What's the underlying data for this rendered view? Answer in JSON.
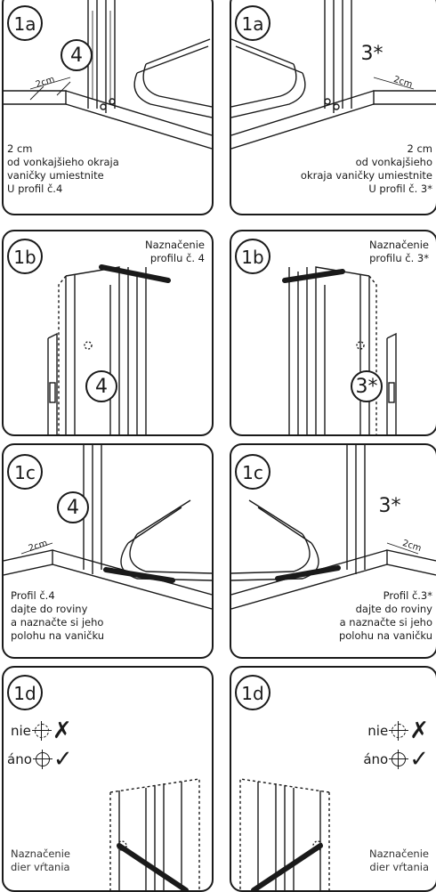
{
  "panels": {
    "p1a_left": {
      "step": "1a",
      "num": "4",
      "dim": "2cm",
      "caption": [
        "2 cm",
        "od vonkajšieho okraja",
        "vaničky umiestnite",
        "U profil č.4"
      ]
    },
    "p1a_right": {
      "step": "1a",
      "num": "3*",
      "dim": "2cm",
      "caption": [
        "2 cm",
        "od vonkajšieho",
        "okraja vaničky umiestnite",
        "U profil č. 3*"
      ]
    },
    "p1b_left": {
      "step": "1b",
      "num": "4",
      "caption": [
        "Naznačenie",
        "profilu č. 4"
      ]
    },
    "p1b_right": {
      "step": "1b",
      "num": "3*",
      "caption": [
        "Naznačenie",
        "profilu č. 3*"
      ]
    },
    "p1c_left": {
      "step": "1c",
      "num": "4",
      "dim": "2cm",
      "caption": [
        "Profil č.4",
        "dajte do roviny",
        "a naznačte si jeho",
        "polohu na vaničku"
      ]
    },
    "p1c_right": {
      "step": "1c",
      "num": "3*",
      "dim": "2cm",
      "caption": [
        "Profil č.3*",
        "dajte do roviny",
        "a naznačte si jeho",
        "polohu na vaničku"
      ]
    },
    "p1d_left": {
      "step": "1d",
      "no_label": "nie",
      "no_mark": "✗",
      "yes_label": "áno",
      "yes_mark": "✓",
      "caption": [
        "Naznačenie",
        "dier vŕtania"
      ]
    },
    "p1d_right": {
      "step": "1d",
      "no_label": "nie",
      "no_mark": "✗",
      "yes_label": "áno",
      "yes_mark": "✓",
      "caption": [
        "Naznačenie",
        "dier vŕtania"
      ]
    }
  }
}
